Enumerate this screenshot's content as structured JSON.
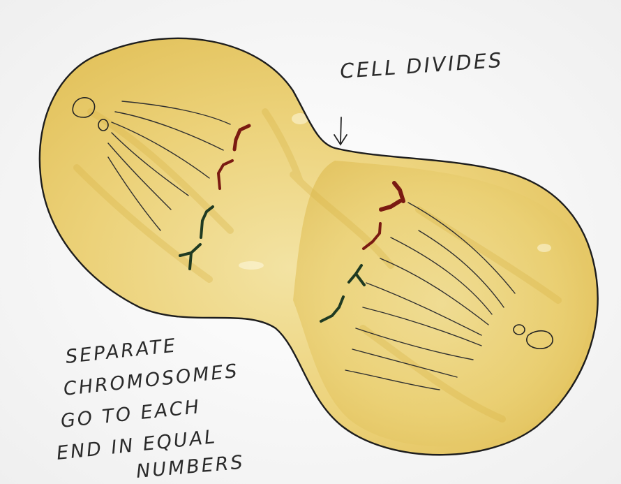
{
  "diagram": {
    "top_label": "CELL DIVIDES",
    "bottom_label_lines": [
      "SEPARATE",
      "CHROMOSOMES",
      "GO TO EACH",
      "END IN EQUAL",
      "NUMBERS"
    ],
    "colors": {
      "paper": "#fbfbfb",
      "cytoplasm": "#eed98a",
      "cytoplasm_deep": "#e4c35a",
      "outline": "#1d1d1d",
      "chromosome_red": "#7a1a12",
      "chromosome_green": "#1f3a22"
    }
  }
}
